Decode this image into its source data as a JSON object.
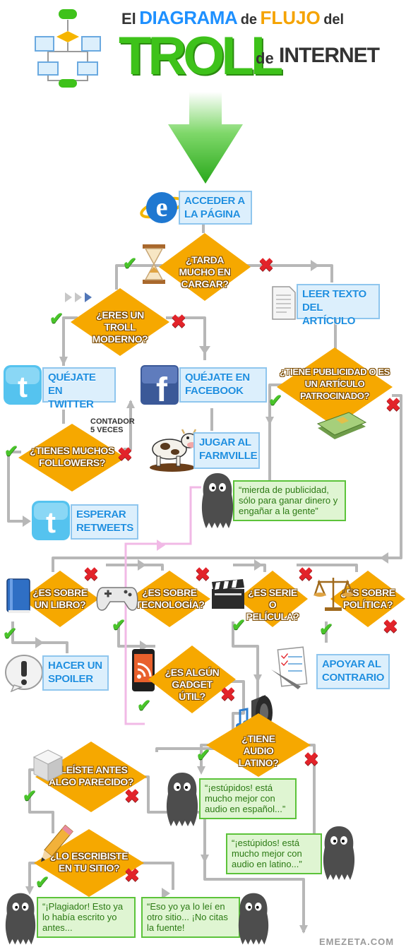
{
  "header": {
    "line1": {
      "el": "El",
      "diagrama": "Diagrama",
      "de": "de",
      "flujo": "Flujo",
      "del": "del"
    },
    "line2": {
      "troll": "TROLL",
      "de": "de",
      "internet": "Internet"
    }
  },
  "nodes": {
    "acceder": "Acceder a la página",
    "tarda": "¿Tarda mucho en cargar?",
    "leer": "Leer texto del artículo",
    "troll_moderno": "¿Eres un troll moderno?",
    "publicidad": "¿Tiene publicidad o es un artículo patrocinado?",
    "quejate_twitter": "Quéjate en Twitter",
    "quejate_facebook": "Quéjate en Facebook",
    "contador": "Contador 5 veces",
    "followers": "¿Tienes muchos followers?",
    "farmville": "Jugar al Farmville",
    "esperar": "Esperar retweets",
    "libro": "¿Es sobre un libro?",
    "tecnologia": "¿Es sobre tecnología?",
    "serie": "¿Es serie o película?",
    "politica": "¿Es sobre política?",
    "spoiler": "Hacer un spoiler",
    "apoyar": "Apoyar al contrario",
    "gadget": "¿Es algún gadget útil?",
    "audio": "¿Tiene audio latino?",
    "leiste": "¿Leíste antes algo parecido?",
    "escribiste": "¿Lo escribiste en tu sitio?"
  },
  "quotes": {
    "publicidad": "“mierda de publicidad, sólo para ganar dinero y engañar a la gente”",
    "espanol": "“¡estúpidos! está mucho mejor con audio en español...”",
    "latino": "“¡estúpidos! está mucho mejor con audio en latino...”",
    "plagiador": "“¡Plagiador! Esto ya lo había escrito yo antes...",
    "citas": "“Eso yo ya lo leí en otro sitio... ¡No citas la fuente!"
  },
  "footer": "EMEZETA.COM",
  "colors": {
    "diamond": "#f6a800",
    "box_text": "#1f8fe0",
    "box_fill": "#dceffc",
    "title_blue": "#1e90ff",
    "title_orange": "#f5a300",
    "title_green": "#3ec21a",
    "check": "#49c42a",
    "cross": "#e2232a",
    "line": "#b7b7b7",
    "pink_line": "#f1b9e6"
  },
  "icons": [
    "flowchart-icon",
    "down-arrow-icon",
    "internet-explorer-icon",
    "hourglass-icon",
    "document-icon",
    "twitter-icon",
    "facebook-icon",
    "cow-icon",
    "money-icon",
    "troll-monster-icon",
    "book-icon",
    "gamepad-icon",
    "clapperboard-icon",
    "scales-icon",
    "exclamation-icon",
    "checklist-icon",
    "rss-phone-icon",
    "speaker-icon",
    "cube-icon",
    "pencil-icon"
  ]
}
